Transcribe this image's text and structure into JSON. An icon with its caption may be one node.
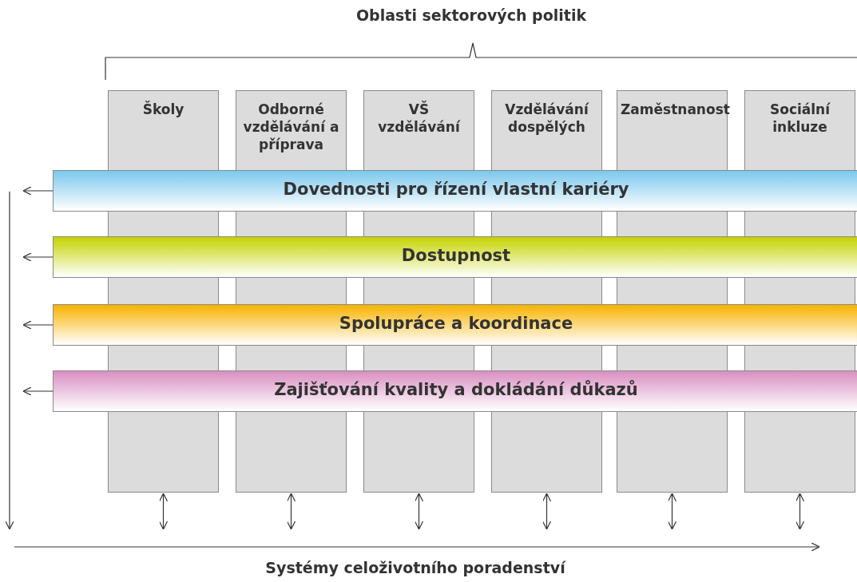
{
  "diagram": {
    "nodes": [
      {
        "text": [
          "Školy"
        ]
      },
      {
        "text": [
          "Odborné vzdělávání a příprava"
        ]
      },
      {
        "text": [
          "VŠ vzdělávání"
        ]
      },
      {
        "text": [
          "Vzdělávání dospělých"
        ]
      },
      {
        "text": [
          "Zaměstnanost"
        ]
      },
      {
        "text": [
          "Sociální inkluze"
        ]
      },
      {
        "text": [
          "Dovednosti pro řízení vlastní kariéry"
        ]
      },
      {
        "text": [
          "Dostupnost"
        ]
      },
      {
        "text": [
          "Spolupráce a koordinace"
        ]
      },
      {
        "text": [
          "Zajišťování kvality a dokládání důkazů"
        ]
      }
    ],
    "edges": [
      {
        "from": 6,
        "to": null,
        "arrow": "to"
      },
      {
        "from": 7,
        "to": null,
        "arrow": "to"
      },
      {
        "from": 8,
        "to": null,
        "arrow": "to"
      },
      {
        "from": 9,
        "to": null,
        "arrow": "to"
      },
      {
        "from": 0,
        "to": null,
        "arrow": "both"
      },
      {
        "from": 1,
        "to": null,
        "arrow": "both"
      },
      {
        "from": 2,
        "to": null,
        "arrow": "both"
      },
      {
        "from": 3,
        "to": null,
        "arrow": "both"
      },
      {
        "from": 4,
        "to": null,
        "arrow": "both"
      },
      {
        "from": 5,
        "to": null,
        "arrow": "both"
      }
    ],
    "labels": [
      "Oblasti sektorových politik",
      "Systémy celoživotního poradenství"
    ]
  }
}
